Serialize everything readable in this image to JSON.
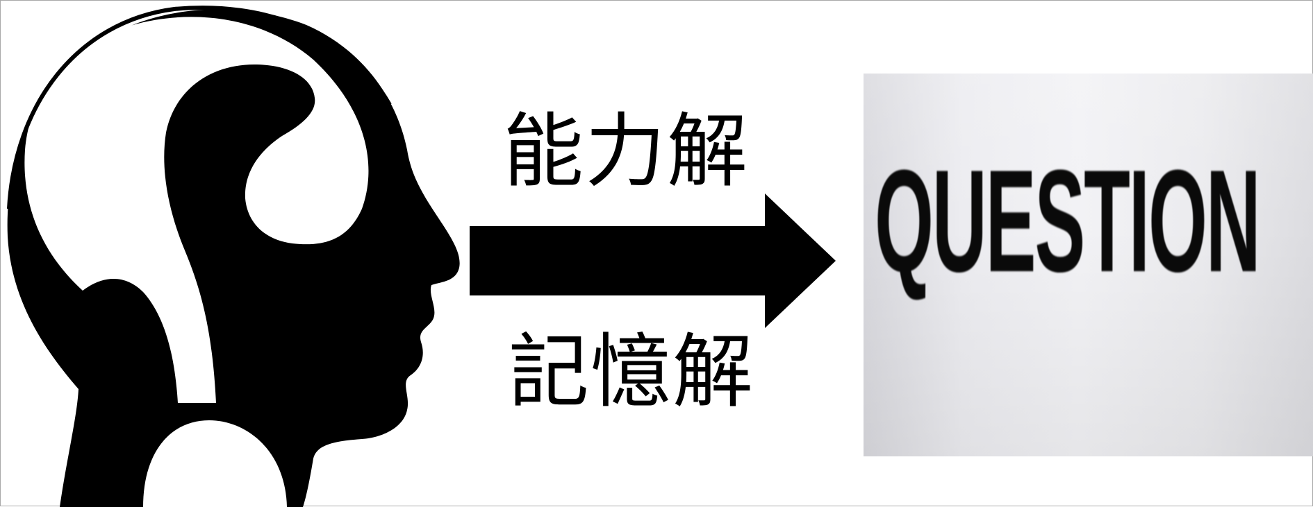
{
  "diagram": {
    "upper_label": "能力解",
    "lower_label": "記憶解",
    "question_word": "QUESTION"
  },
  "icons": {
    "thinking_head": "head-with-question-mark-icon",
    "arrow": "right-arrow-icon"
  },
  "colors": {
    "ink": "#000000",
    "background": "#ffffff",
    "panel_light": "#f2f2f5",
    "panel_dark": "#d9d9de"
  }
}
